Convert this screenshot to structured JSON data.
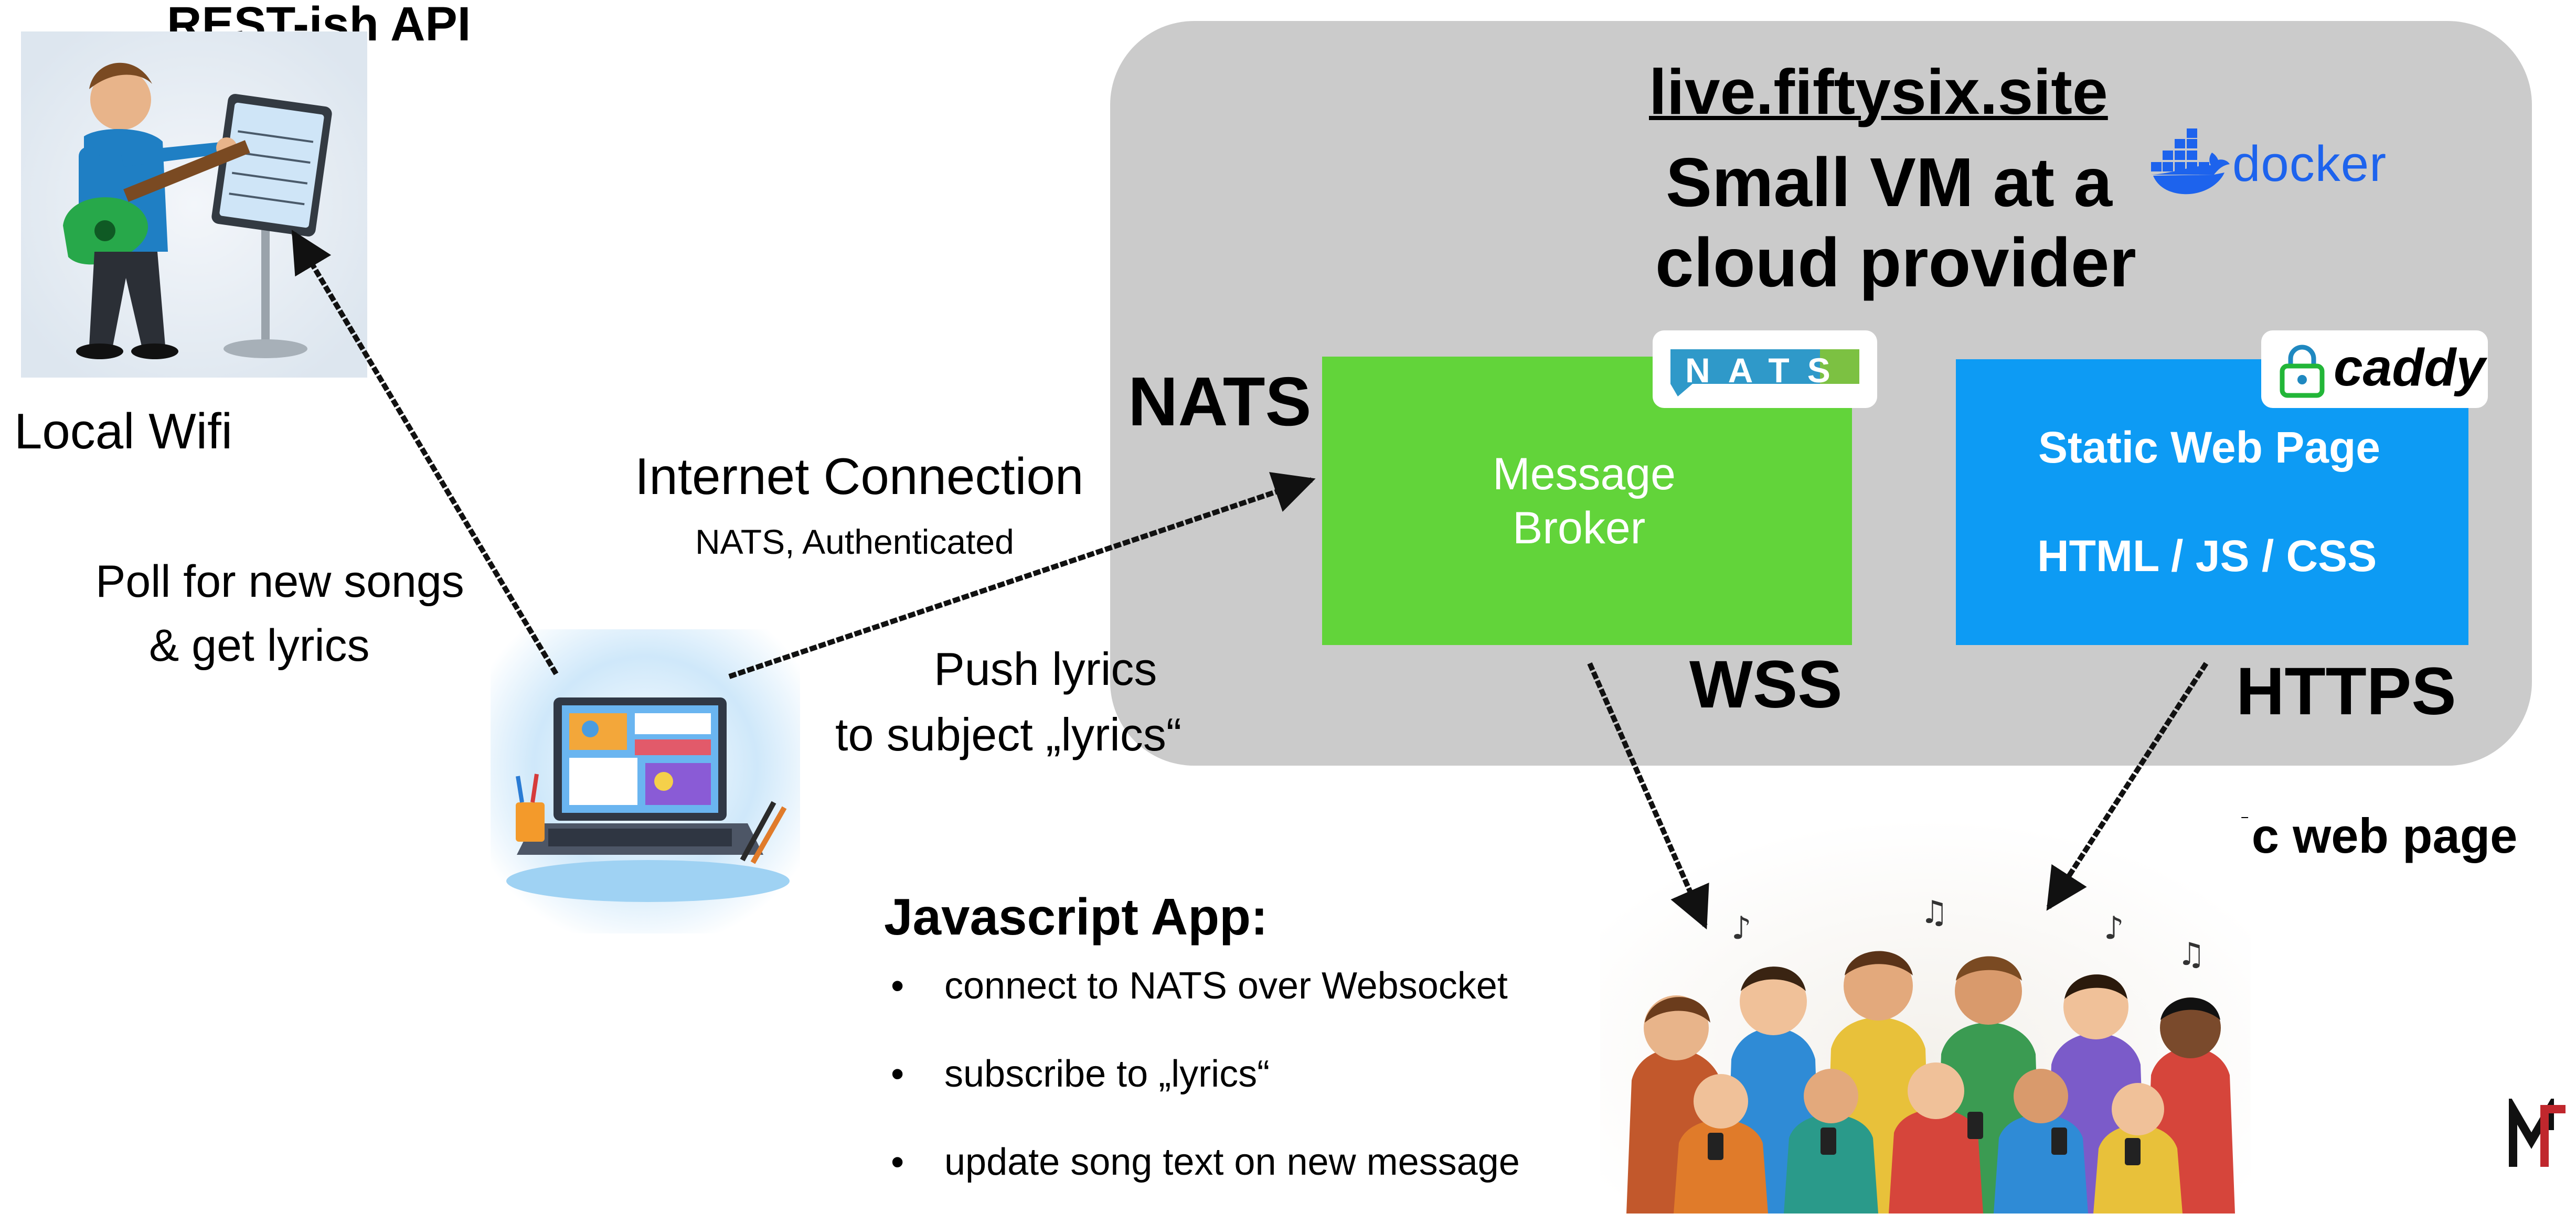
{
  "left": {
    "rest_api_label": "REST-ish API",
    "local_wifi_label": "Local Wifi",
    "poll_line1": "Poll for new songs",
    "poll_line2": "& get lyrics"
  },
  "internet": {
    "title": "Internet Connection",
    "subtitle": "NATS, Authenticated",
    "push_line1": "Push lyrics",
    "push_line2": "to subject „lyrics“"
  },
  "vm": {
    "domain": "live.fiftysix.site",
    "title_line1": "Small VM at a",
    "title_line2": "cloud provider",
    "docker_logo_text": "docker",
    "nats_protocol_label": "NATS",
    "wss_label": "WSS",
    "https_label": "HTTPS",
    "broker": {
      "line1": "Message",
      "line2": "Broker",
      "logo_text": "NATS"
    },
    "web": {
      "line1": "Static Web Page",
      "line2": "HTML / JS / CSS",
      "logo_text": "caddy"
    }
  },
  "right": {
    "static_web_page_label": "Static web page"
  },
  "js_app": {
    "title": "Javascript App:",
    "items": [
      "connect to NATS over Websocket",
      "subscribe to „lyrics“",
      "update song text on new message"
    ],
    "bullet": "•"
  },
  "colors": {
    "vm_bg": "#cbcbcb",
    "nats_green": "#62d43a",
    "caddy_blue": "#0d9bf4",
    "docker_blue": "#1d63ed"
  },
  "icons": [
    "musician-tablet-illustration",
    "laptop-illustration",
    "audience-singing-illustration",
    "docker-whale-icon",
    "nats-logo",
    "caddy-logo",
    "corner-brand-logo"
  ]
}
